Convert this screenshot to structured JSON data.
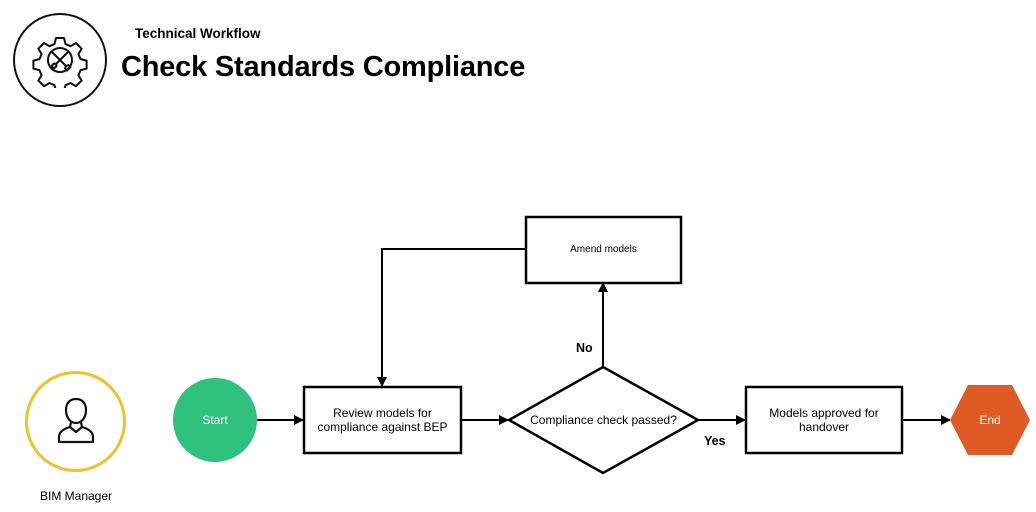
{
  "header": {
    "subtitle": "Technical Workflow",
    "title": "Check Standards Compliance",
    "icon": "gear-wrench-icon"
  },
  "actor": {
    "label": "BIM Manager",
    "icon": "user-icon",
    "ring_color": "#f2c12e"
  },
  "flow": {
    "start": {
      "label": "Start",
      "color": "#2ec27e"
    },
    "review": {
      "label": "Review models for compliance against BEP"
    },
    "decision": {
      "label": "Compliance check passed?"
    },
    "amend": {
      "label": "Amend models"
    },
    "approved": {
      "label": "Models approved for handover"
    },
    "end": {
      "label": "End",
      "color": "#e05a25"
    },
    "edges": {
      "no": "No",
      "yes": "Yes"
    }
  }
}
